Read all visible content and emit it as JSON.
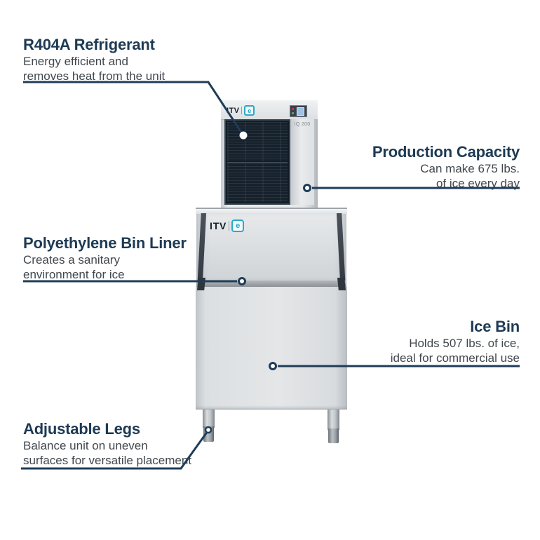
{
  "colors": {
    "accent_navy": "#1e3a54",
    "callout_line": "#1f3c58",
    "brand_teal": "#2aa9c8",
    "description_gray": "#41474d"
  },
  "callouts": {
    "refrigerant": {
      "title": "R404A Refrigerant",
      "desc1": "Energy efficient and",
      "desc2": "removes heat from the unit"
    },
    "production_capacity": {
      "title": "Production Capacity",
      "desc1": "Can make 675 lbs.",
      "desc2": "of ice every day"
    },
    "bin_liner": {
      "title": "Polyethylene Bin Liner",
      "desc1": "Creates a sanitary",
      "desc2": "environment for ice"
    },
    "ice_bin": {
      "title": "Ice Bin",
      "desc1": "Holds 507 lbs. of ice,",
      "desc2": "ideal for commercial use"
    },
    "adjustable_legs": {
      "title": "Adjustable Legs",
      "desc1": "Balance unit on uneven",
      "desc2": "surfaces for versatile placement"
    }
  },
  "machine": {
    "brand": "ITV",
    "brand_icon_glyph": "e",
    "model_label": "IQ 200"
  }
}
